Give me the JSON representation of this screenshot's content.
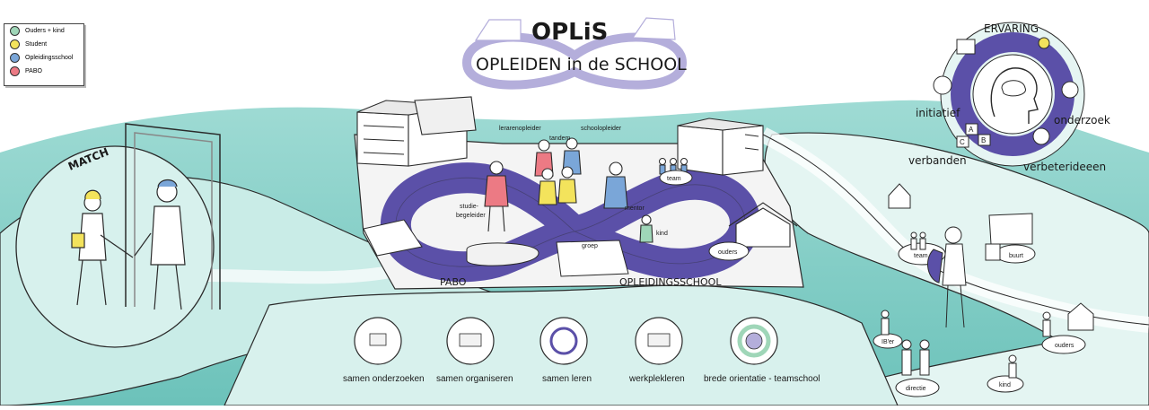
{
  "title": {
    "main": "OPLiS",
    "sub": "OPLEIDEN in de SCHOOL"
  },
  "legend": [
    {
      "label": "Ouders + kind",
      "color": "#9fd6b8"
    },
    {
      "label": "Student",
      "color": "#f3e35c"
    },
    {
      "label": "Opleidingsschool",
      "color": "#7aa6d8"
    },
    {
      "label": "PABO",
      "color": "#ec7a84"
    }
  ],
  "labels": {
    "match": "MATCH",
    "pabo": "PABO",
    "opleidingsschool": "OPLEIDINGSSCHOOL",
    "lerarenopleider": "lerarenopleider",
    "tandem": "tandem",
    "schoolopleider": "schoolopleider",
    "studiebegeleider_1": "studie-",
    "studiebegeleider_2": "begeleider",
    "mentor": "mentor",
    "kind": "kind",
    "groep": "groep",
    "team": "team",
    "ouders": "ouders"
  },
  "cycle": {
    "ervaring": "ERVARING",
    "initiatief": "initiatief",
    "onderzoek": "onderzoek",
    "verbanden": "verbanden",
    "verbeterideeen": "verbeterideeen",
    "letters": [
      "A",
      "B",
      "C"
    ]
  },
  "activities": [
    {
      "label": "samen onderzoeken"
    },
    {
      "label": "samen organiseren"
    },
    {
      "label": "samen leren"
    },
    {
      "label": "werkplekleren"
    },
    {
      "label": "brede orientatie - teamschool"
    }
  ],
  "community": {
    "team": "team",
    "buurt": "buurt",
    "ib_er": "IB'er",
    "directie": "directie",
    "kind": "kind",
    "ouders": "ouders"
  },
  "colors": {
    "sea": "#7fcbc4",
    "sea_light": "#b8e6e0",
    "hill": "#e6f5f3",
    "purple": "#5b50a8",
    "purple_light": "#b4aedb",
    "ink": "#1a1a1a"
  }
}
